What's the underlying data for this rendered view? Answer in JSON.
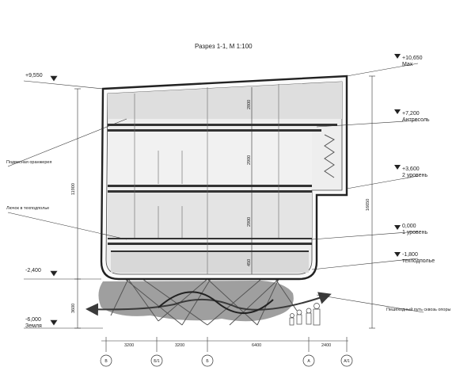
{
  "title": "Разрез 1-1, М 1:100",
  "levels_right": [
    {
      "value": "+10,650",
      "label": "Max"
    },
    {
      "value": "+7,200",
      "label": "Антресоль"
    },
    {
      "value": "+3,600",
      "label": "2 уровень"
    },
    {
      "value": "0,000",
      "label": "1 уровень"
    },
    {
      "value": "-1,800",
      "label": "техподполье"
    }
  ],
  "levels_left": [
    {
      "value": "+9,550",
      "label": ""
    },
    {
      "value": "-2,400",
      "label": ""
    },
    {
      "value": "-6,000",
      "label": "Земля"
    }
  ],
  "callouts": {
    "greenhouse": "Подвесная оранжерея",
    "hatch": "Лючок в техподполье",
    "path": "Пешеходный путь сквозь опоры"
  },
  "dims_vertical": {
    "total_left": "11900",
    "support": "3600",
    "total_right": "16650",
    "floor_upper": "2800",
    "floor_mid": "2900",
    "floor_low": "2900",
    "sub": "450"
  },
  "dims_horizontal": [
    "3200",
    "3200",
    "6400",
    "2400"
  ],
  "axes": [
    "В",
    "Б/1",
    "Б",
    "А",
    "А/1"
  ],
  "colors": {
    "line": "#222222",
    "glass": "#e9e9e9",
    "shadow": "#8e8e8e",
    "arrow": "#3a3a3a"
  }
}
